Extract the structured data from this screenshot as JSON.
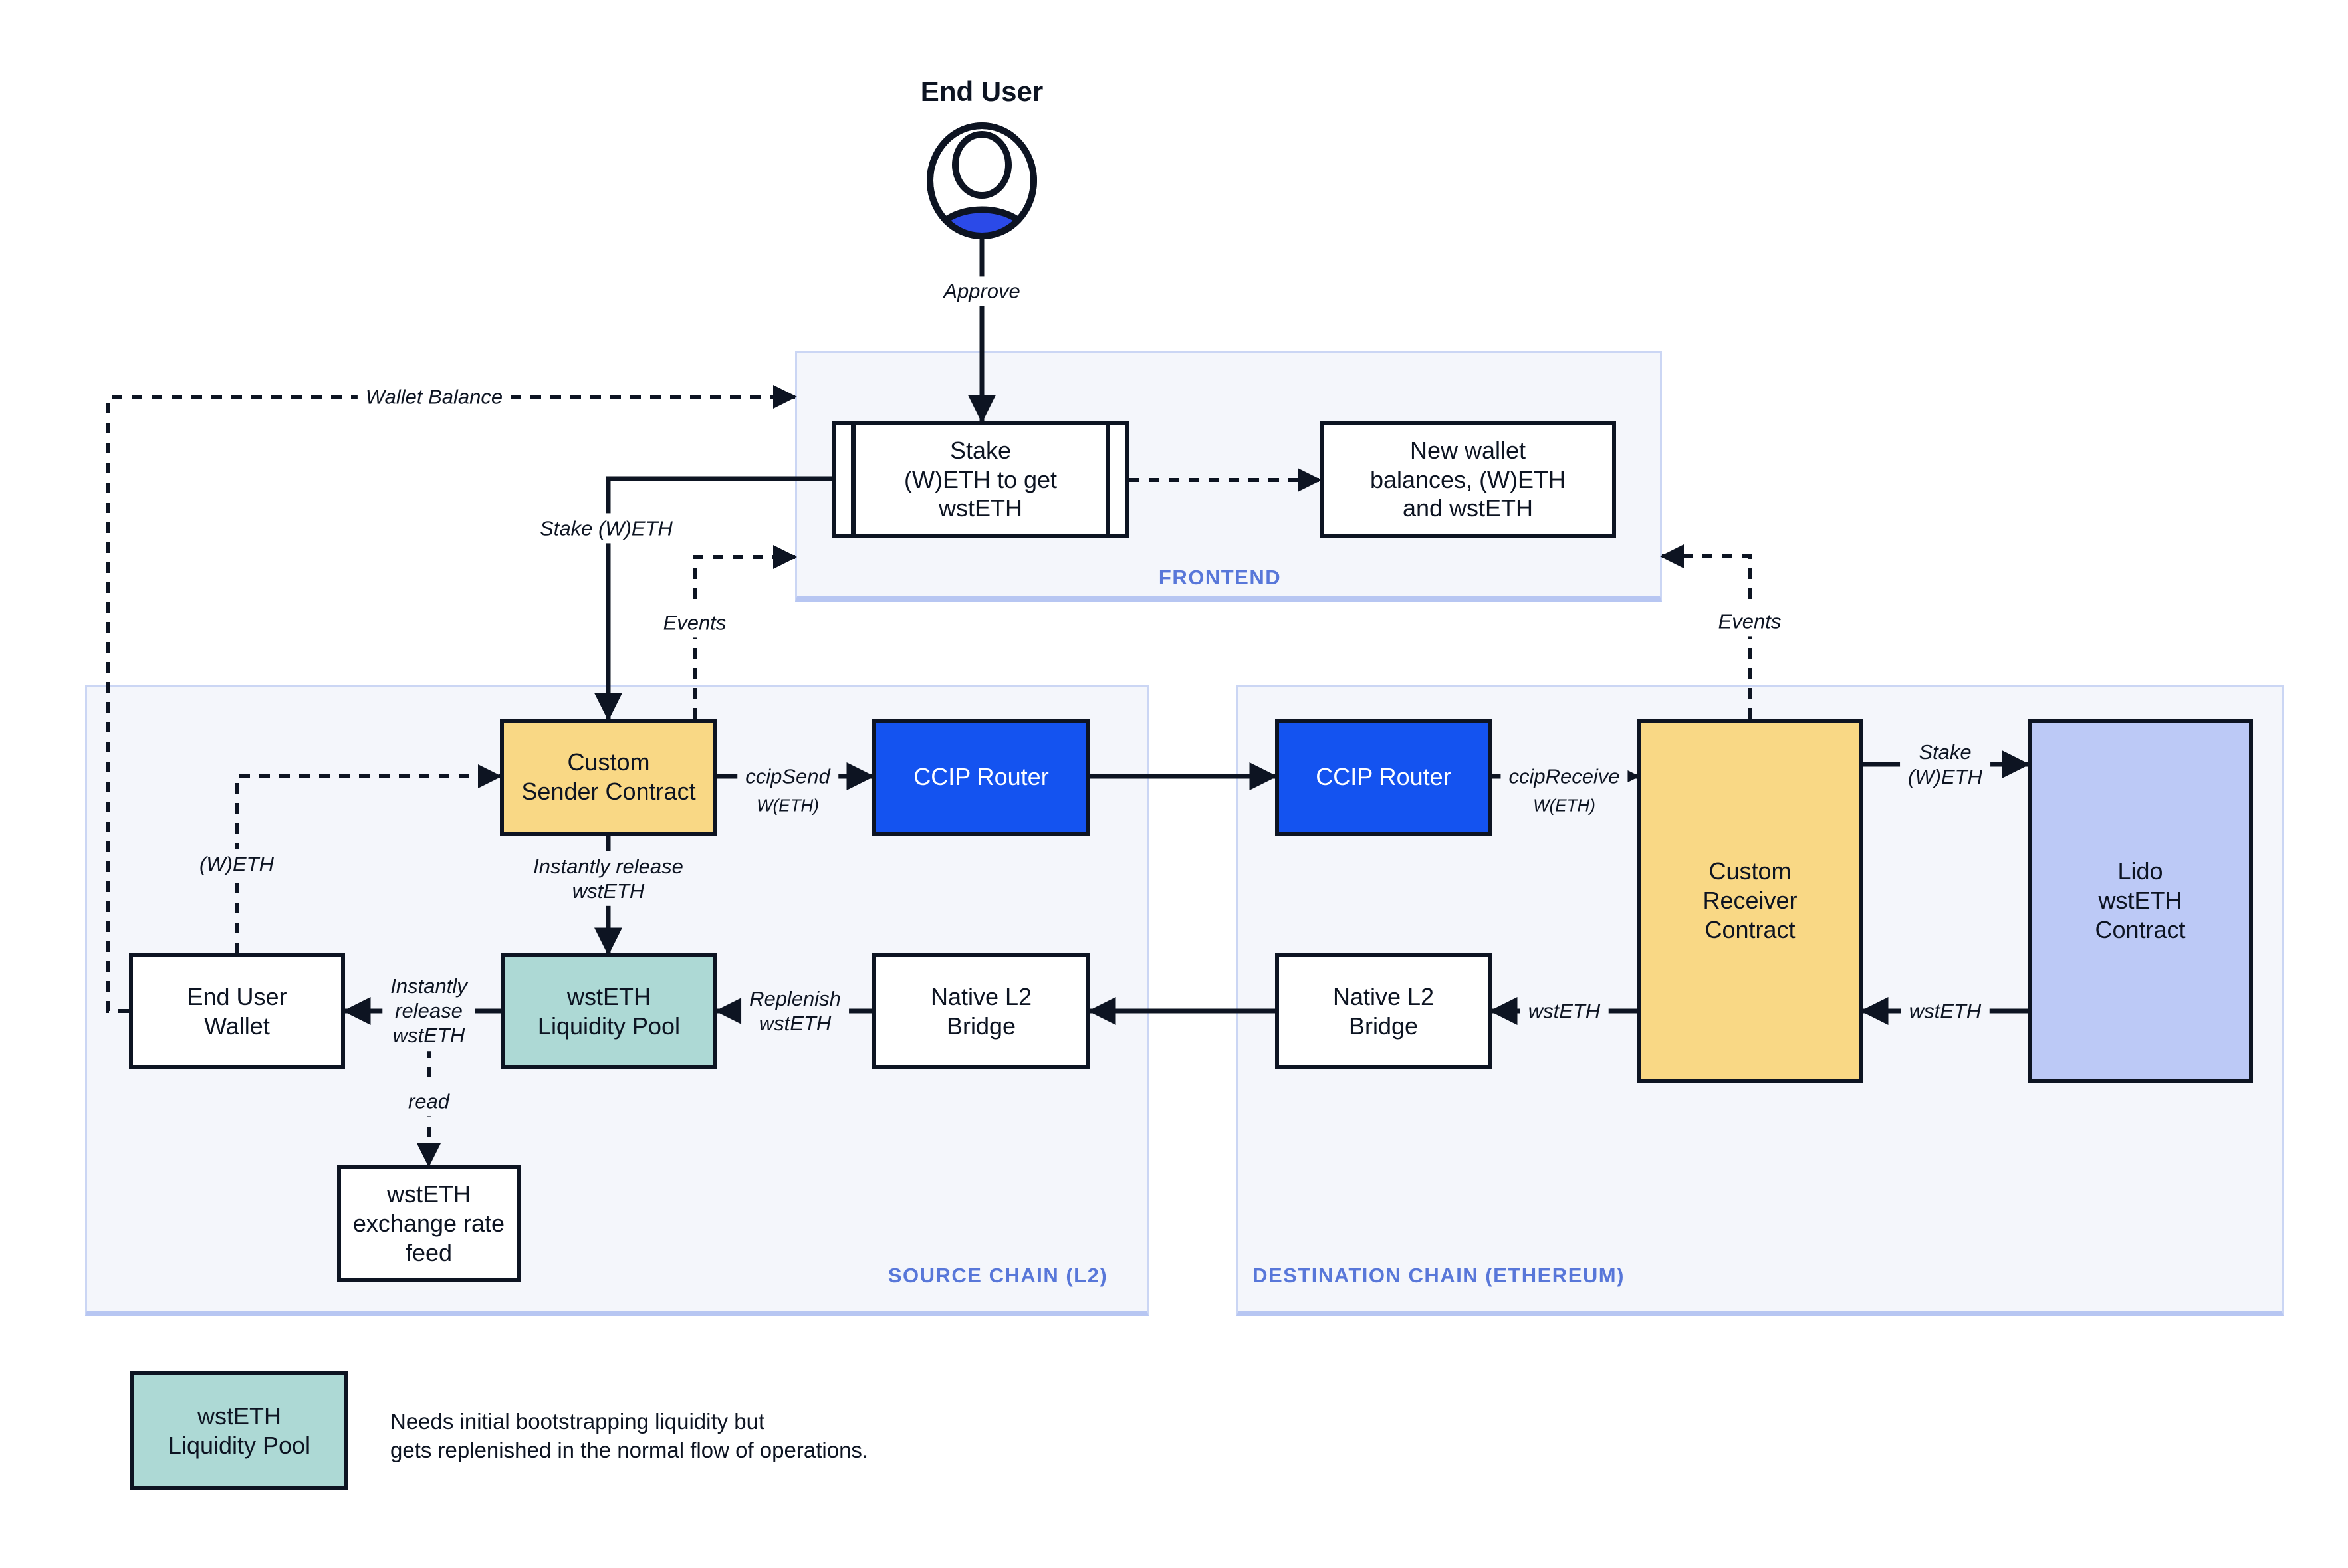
{
  "actor": {
    "label": "End User"
  },
  "frontend": {
    "label": "FRONTEND",
    "stake_box": "Stake\n(W)ETH to get\nwstETH",
    "new_wallet_box": "New wallet\nbalances, (W)ETH\nand wstETH"
  },
  "source_chain": {
    "label": "SOURCE CHAIN (L2)",
    "custom_sender": "Custom\nSender Contract",
    "ccip_router": "CCIP Router",
    "end_user_wallet": "End User\nWallet",
    "liquidity_pool": "wstETH\nLiquidity Pool",
    "native_bridge": "Native L2\nBridge",
    "exchange_rate_feed": "wstETH\nexchange rate\nfeed"
  },
  "destination_chain": {
    "label": "DESTINATION CHAIN (ETHEREUM)",
    "ccip_router": "CCIP Router",
    "custom_receiver": "Custom\nReceiver\nContract",
    "native_bridge": "Native L2\nBridge",
    "lido_contract": "Lido\nwstETH\nContract"
  },
  "edges": {
    "approve": "Approve",
    "wallet_balance": "Wallet Balance",
    "stake_weth": "Stake (W)ETH",
    "events_left": "Events",
    "events_right": "Events",
    "ccip_send": "ccipSend",
    "ccip_send_sub": "W(ETH)",
    "ccip_receive": "ccipReceive",
    "ccip_receive_sub": "W(ETH)",
    "instantly_release_vertical": "Instantly release\nwstETH",
    "instantly_release_horizontal": "Instantly\nrelease\nwstETH",
    "read": "read",
    "replenish": "Replenish\nwstETH",
    "wsteth_to_bridge": "wstETH",
    "stake_weth_lido": "Stake\n(W)ETH",
    "wsteth_from_lido": "wstETH",
    "weth_wallet": "(W)ETH"
  },
  "legend": {
    "box_label": "wstETH\nLiquidity Pool",
    "description": "Needs initial bootstrapping liquidity but\ngets replenished in the normal flow of operations."
  },
  "colors": {
    "dark": "#0d1422",
    "yellow": "#f9d885",
    "blue": "#1453f0",
    "teal": "#add9d5",
    "periwinkle": "#bcc9f6",
    "container_fill": "#f4f6fb",
    "container_border": "#cbd6f4",
    "container_border_bottom": "#b7c6f2",
    "section_label": "#5877d9",
    "icon_blue": "#2b4ae8"
  }
}
